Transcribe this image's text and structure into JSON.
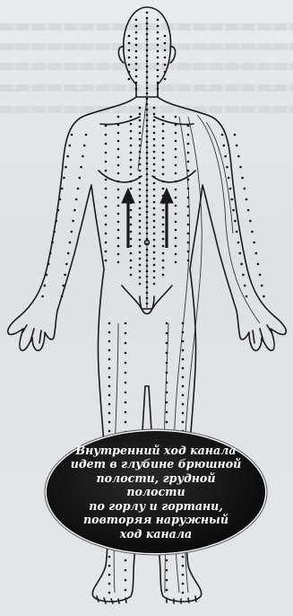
{
  "callout": {
    "text": "Внутренний ход канала\nидет в глубине брюшной\nполости, грудной полости\nпо горлу и гортани,\nповторяя наружный\nход канала"
  },
  "colors": {
    "background": "#dfe3e7",
    "figure_outline": "#1a1a1a",
    "meridian_line": "#333333",
    "callout_fill": "#111111",
    "callout_text": "#ffffff"
  },
  "icons": [
    "human-body-anatomy-figure",
    "acupuncture-point-dots",
    "meridian-arrow-icon"
  ]
}
